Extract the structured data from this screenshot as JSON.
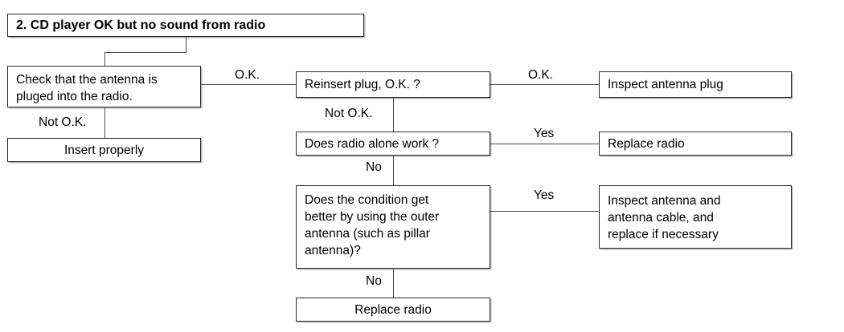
{
  "diagram": {
    "title": "2. CD player OK but no sound from radio",
    "nodes": {
      "check_antenna": "Check that the antenna is\npluged into the radio.",
      "check_antenna_line1": "Check that the antenna is",
      "check_antenna_line2": "pluged into the radio.",
      "insert_properly": "Insert properly",
      "reinsert_plug": "Reinsert plug, O.K. ?",
      "inspect_antenna_plug": "Inspect antenna plug",
      "radio_alone_work": "Does radio alone work ?",
      "replace_radio_top": "Replace radio",
      "condition_better_line1": "Does the condition get",
      "condition_better_line2": "better by using the outer",
      "condition_better_line3": "antenna (such as pillar",
      "condition_better_line4": "antenna)?",
      "inspect_cable_line1": "Inspect antenna and",
      "inspect_cable_line2": "antenna cable, and",
      "inspect_cable_line3": "replace if necessary",
      "replace_radio_bottom": "Replace radio"
    },
    "edge_labels": {
      "ok_1": "O.K.",
      "not_ok_1": "Not O.K.",
      "ok_2": "O.K.",
      "not_ok_2": "Not O.K.",
      "yes_1": "Yes",
      "no_1": "No",
      "yes_2": "Yes",
      "no_2": "No"
    },
    "colors": {
      "border": "#2b2b2b",
      "connector": "#4a4a4a",
      "shadow": "#b8b8b8",
      "text": "#000000",
      "background": "#ffffff"
    }
  }
}
